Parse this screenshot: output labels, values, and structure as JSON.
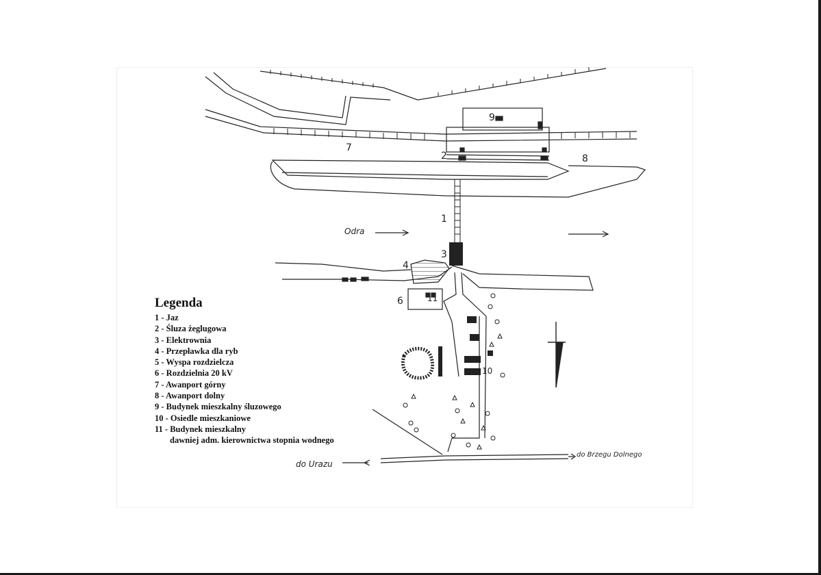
{
  "legend": {
    "title": "Legenda",
    "items": [
      "1 - Jaz",
      "2 - Śluza żeglugowa",
      "3 - Elektrownia",
      "4 - Przepławka dla ryb",
      "5 - Wyspa rozdzielcza",
      "6 - Rozdzielnia 20 kV",
      "7 - Awanport górny",
      "8 - Awanport dolny",
      "9 - Budynek mieszkalny śluzowego",
      "10 - Osiedle mieszkaniowe",
      "11 - Budynek mieszkalny",
      "dawniej adm. kierownictwa stopnia wodnego"
    ]
  },
  "map_labels": {
    "river": "Odra",
    "road_left": "do Urazu",
    "road_right": "do Brzegu Dolnego",
    "n1": "1",
    "n2": "2",
    "n3": "3",
    "n4": "4",
    "n6": "6",
    "n7": "7",
    "n8": "8",
    "n9": "9",
    "n10": "10",
    "n11": "11"
  },
  "colors": {
    "ink": "#222222",
    "paper": "#ffffff"
  }
}
